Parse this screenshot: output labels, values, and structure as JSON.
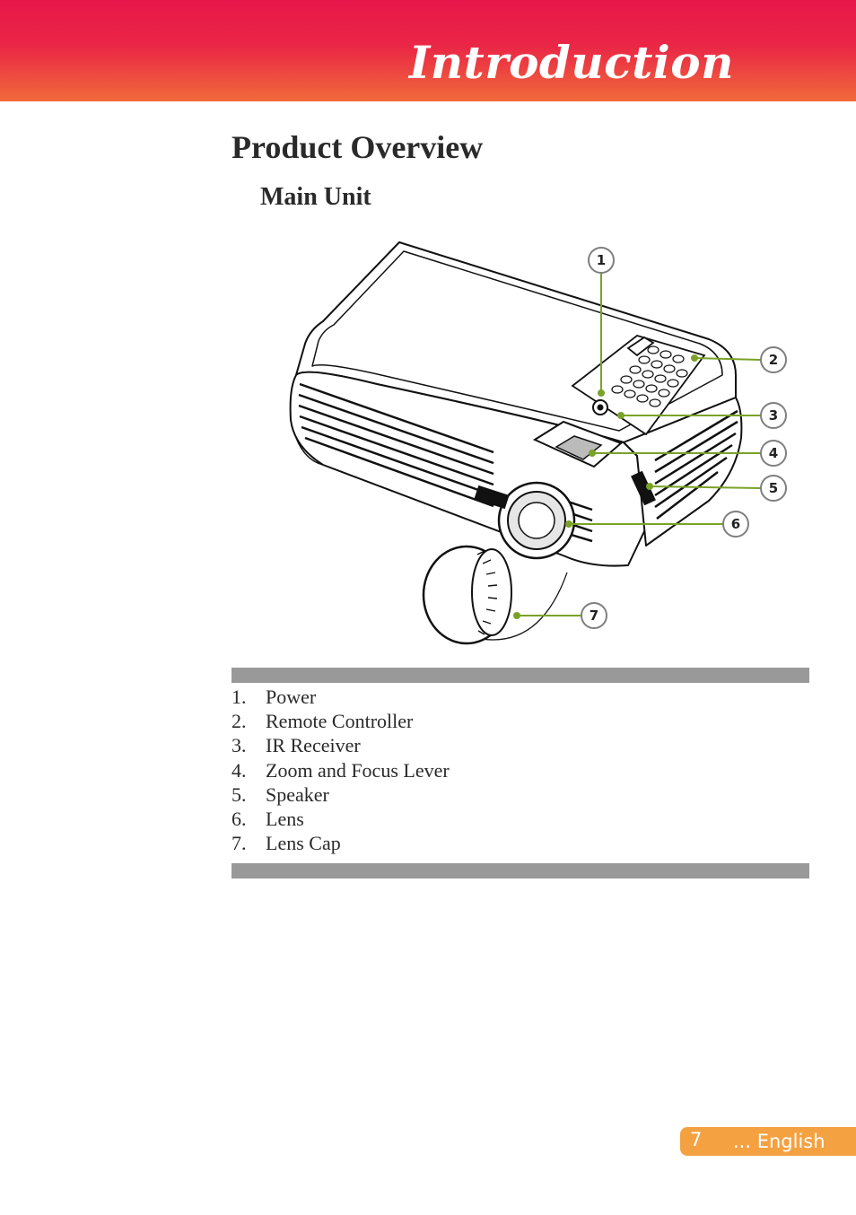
{
  "header": {
    "title": "Introduction"
  },
  "section": {
    "title": "Product Overview",
    "subtitle": "Main Unit"
  },
  "figure": {
    "callouts": [
      "1",
      "2",
      "3",
      "4",
      "5",
      "6",
      "7"
    ],
    "colors": {
      "leader": "#7aa228",
      "callout_fill": "#ffffff",
      "callout_stroke": "#7f7f7f"
    }
  },
  "parts": [
    {
      "num": "1.",
      "label": "Power"
    },
    {
      "num": "2.",
      "label": "Remote Controller"
    },
    {
      "num": "3.",
      "label": "IR Receiver"
    },
    {
      "num": "4.",
      "label": "Zoom and Focus Lever"
    },
    {
      "num": "5.",
      "label": "Speaker"
    },
    {
      "num": "6.",
      "label": "Lens"
    },
    {
      "num": "7.",
      "label": "Lens Cap"
    }
  ],
  "footer": {
    "page": "7",
    "language": "... English"
  }
}
